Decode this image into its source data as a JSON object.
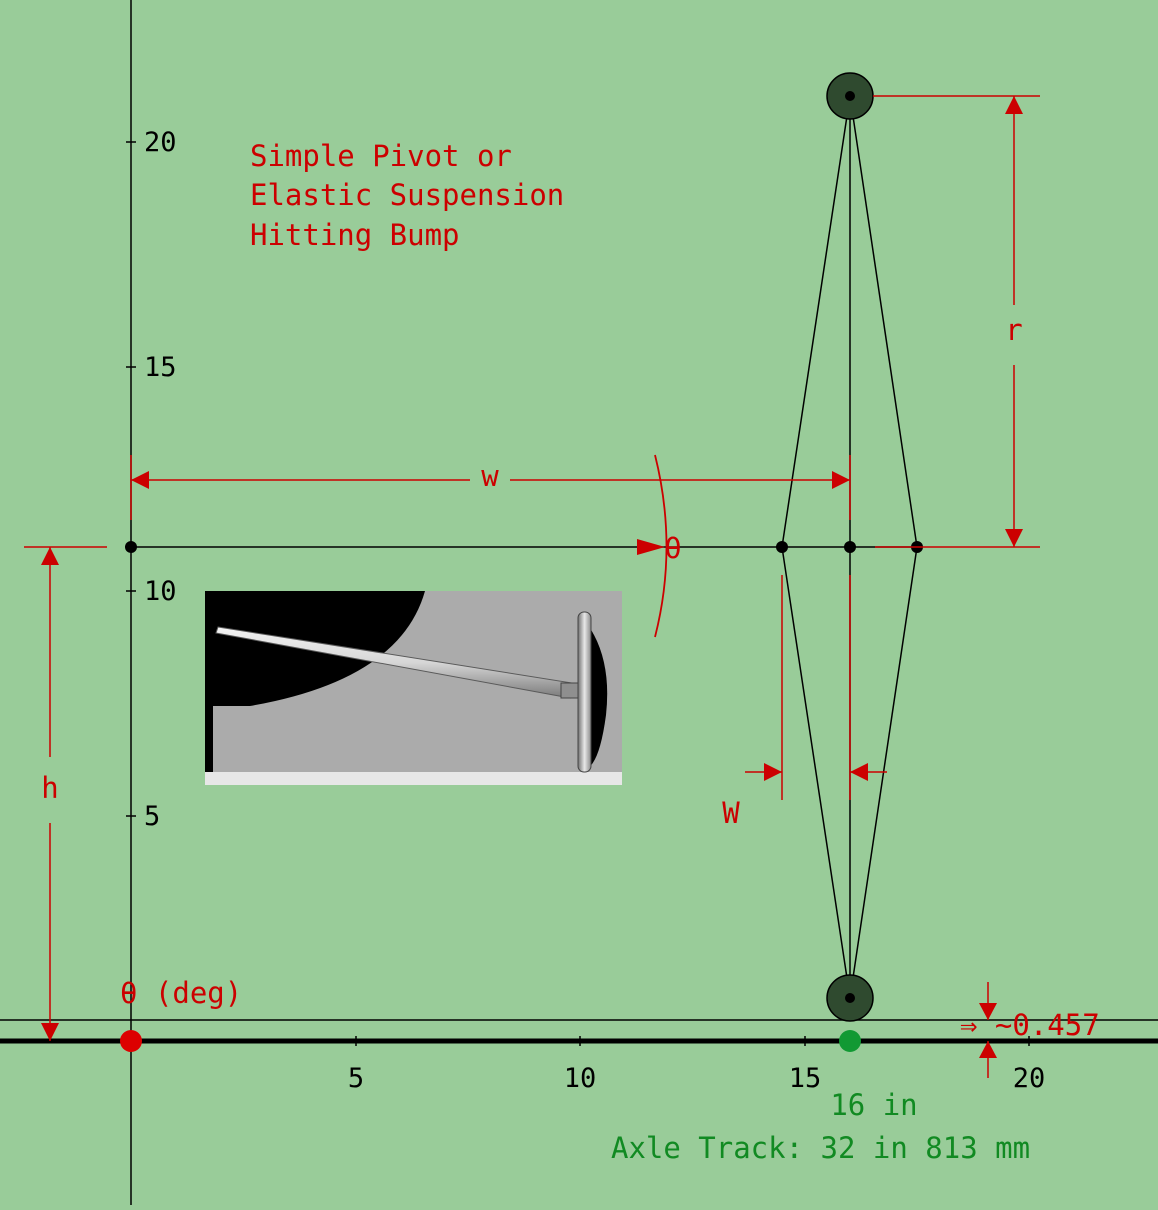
{
  "title": {
    "line1": "Simple Pivot or",
    "line2": "Elastic Suspension",
    "line3": "Hitting Bump"
  },
  "axes": {
    "x_ticks": [
      "5",
      "10",
      "15",
      "20"
    ],
    "y_ticks": [
      "5",
      "10",
      "15",
      "20"
    ]
  },
  "labels": {
    "w_upper": "w",
    "r": "r",
    "theta": "θ",
    "h": "h",
    "w_lower": "W",
    "theta_deg": "θ (deg)",
    "bump_offset": "⇒ ~0.457",
    "half_track": "16 in",
    "axle_track": "Axle Track: 32 in  813 mm"
  },
  "colors": {
    "background": "#99cc99",
    "dimension": "#cc0000",
    "track": "#118a22",
    "wheel": "#2f4a2f",
    "line": "#000000"
  }
}
